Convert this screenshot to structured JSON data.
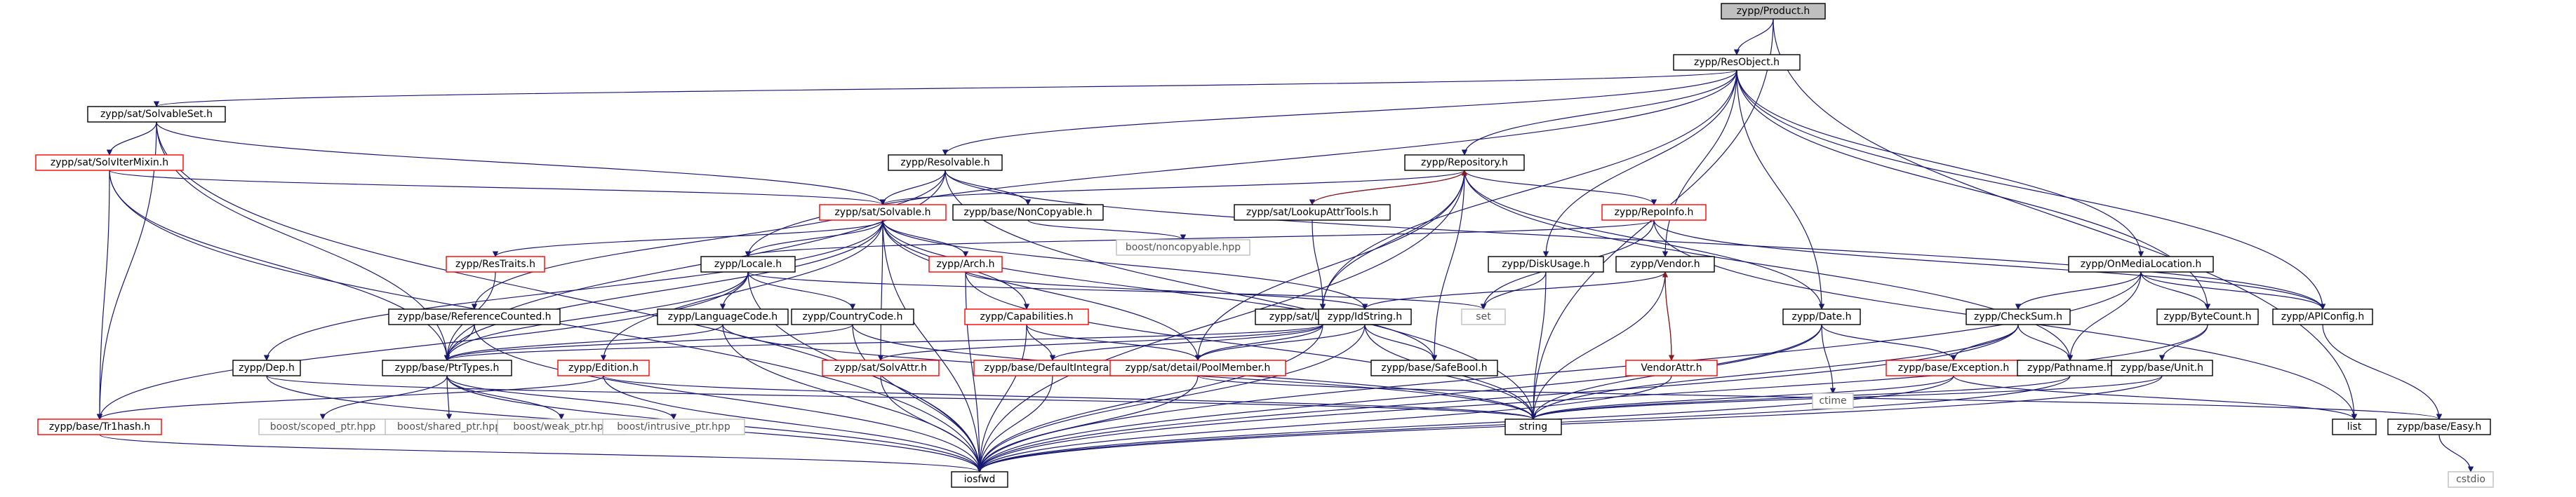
{
  "colors": {
    "edge": "#191970",
    "red_edge": "#8b1a1a",
    "node_border": "#000000",
    "node_border_red": "#ff0000",
    "node_border_gray": "#bfbfbf",
    "node_fill": "#ffffff",
    "root_fill": "#bfbfbf",
    "text": "#000000",
    "gray_text": "#555555"
  },
  "nodes": [
    {
      "id": "product",
      "label": "zypp/Product.h",
      "style": "root"
    },
    {
      "id": "resobject",
      "label": "zypp/ResObject.h",
      "style": "normal"
    },
    {
      "id": "solvableset",
      "label": "zypp/sat/SolvableSet.h",
      "style": "normal"
    },
    {
      "id": "solvitermixin",
      "label": "zypp/sat/SolvIterMixin.h",
      "style": "red"
    },
    {
      "id": "resolvable",
      "label": "zypp/Resolvable.h",
      "style": "normal"
    },
    {
      "id": "repository",
      "label": "zypp/Repository.h",
      "style": "normal"
    },
    {
      "id": "lookupattrtools",
      "label": "zypp/sat/LookupAttrTools.h",
      "style": "normal"
    },
    {
      "id": "repoinfo",
      "label": "zypp/RepoInfo.h",
      "style": "red"
    },
    {
      "id": "solvable",
      "label": "zypp/sat/Solvable.h",
      "style": "red"
    },
    {
      "id": "noncopyable",
      "label": "zypp/base/NonCopyable.h",
      "style": "normal"
    },
    {
      "id": "boostnoncopy",
      "label": "boost/noncopyable.hpp",
      "style": "gray"
    },
    {
      "id": "restraits",
      "label": "zypp/ResTraits.h",
      "style": "red"
    },
    {
      "id": "locale",
      "label": "zypp/Locale.h",
      "style": "normal"
    },
    {
      "id": "arch",
      "label": "zypp/Arch.h",
      "style": "red"
    },
    {
      "id": "diskusage",
      "label": "zypp/DiskUsage.h",
      "style": "normal"
    },
    {
      "id": "vendor",
      "label": "zypp/Vendor.h",
      "style": "normal"
    },
    {
      "id": "onmedialoc",
      "label": "zypp/OnMediaLocation.h",
      "style": "normal"
    },
    {
      "id": "refcounted",
      "label": "zypp/base/ReferenceCounted.h",
      "style": "normal"
    },
    {
      "id": "languagecode",
      "label": "zypp/LanguageCode.h",
      "style": "normal"
    },
    {
      "id": "countrycode",
      "label": "zypp/CountryCode.h",
      "style": "normal"
    },
    {
      "id": "capabilities",
      "label": "zypp/Capabilities.h",
      "style": "red"
    },
    {
      "id": "lookupattr",
      "label": "zypp/sat/LookupAttr.h",
      "style": "normal"
    },
    {
      "id": "idstring",
      "label": "zypp/IdString.h",
      "style": "normal"
    },
    {
      "id": "set",
      "label": "set",
      "style": "gray"
    },
    {
      "id": "date",
      "label": "zypp/Date.h",
      "style": "normal"
    },
    {
      "id": "checksum",
      "label": "zypp/CheckSum.h",
      "style": "normal"
    },
    {
      "id": "bytecount",
      "label": "zypp/ByteCount.h",
      "style": "normal"
    },
    {
      "id": "apiconfig",
      "label": "zypp/APIConfig.h",
      "style": "normal"
    },
    {
      "id": "dep",
      "label": "zypp/Dep.h",
      "style": "normal"
    },
    {
      "id": "ptrtypes",
      "label": "zypp/base/PtrTypes.h",
      "style": "normal"
    },
    {
      "id": "edition",
      "label": "zypp/Edition.h",
      "style": "red"
    },
    {
      "id": "solvattr",
      "label": "zypp/sat/SolvAttr.h",
      "style": "red"
    },
    {
      "id": "defaultintegral",
      "label": "zypp/base/DefaultIntegral.h",
      "style": "red"
    },
    {
      "id": "poolmember",
      "label": "zypp/sat/detail/PoolMember.h",
      "style": "red"
    },
    {
      "id": "safebool",
      "label": "zypp/base/SafeBool.h",
      "style": "normal"
    },
    {
      "id": "vendorattr",
      "label": "VendorAttr.h",
      "style": "red"
    },
    {
      "id": "exception",
      "label": "zypp/base/Exception.h",
      "style": "red"
    },
    {
      "id": "pathname",
      "label": "zypp/Pathname.h",
      "style": "normal"
    },
    {
      "id": "unit",
      "label": "zypp/base/Unit.h",
      "style": "normal"
    },
    {
      "id": "ctime",
      "label": "ctime",
      "style": "gray"
    },
    {
      "id": "tr1hash",
      "label": "zypp/base/Tr1hash.h",
      "style": "red"
    },
    {
      "id": "scopedptr",
      "label": "boost/scoped_ptr.hpp",
      "style": "gray"
    },
    {
      "id": "sharedptr",
      "label": "boost/shared_ptr.hpp",
      "style": "gray"
    },
    {
      "id": "weakptr",
      "label": "boost/weak_ptr.hpp",
      "style": "gray"
    },
    {
      "id": "intrusiveptr",
      "label": "boost/intrusive_ptr.hpp",
      "style": "gray"
    },
    {
      "id": "string",
      "label": "string",
      "style": "normal"
    },
    {
      "id": "list",
      "label": "list",
      "style": "normal"
    },
    {
      "id": "easy",
      "label": "zypp/base/Easy.h",
      "style": "normal"
    },
    {
      "id": "iosfwd",
      "label": "iosfwd",
      "style": "normal"
    },
    {
      "id": "cstdio",
      "label": "cstdio",
      "style": "gray"
    }
  ],
  "edges": [
    {
      "from": "product",
      "to": "resobject"
    },
    {
      "from": "product",
      "to": "string"
    },
    {
      "from": "product",
      "to": "list"
    },
    {
      "from": "resobject",
      "to": "solvableset"
    },
    {
      "from": "resobject",
      "to": "resolvable"
    },
    {
      "from": "resobject",
      "to": "repository"
    },
    {
      "from": "resobject",
      "to": "locale"
    },
    {
      "from": "resobject",
      "to": "lookupattr"
    },
    {
      "from": "resobject",
      "to": "diskusage"
    },
    {
      "from": "resobject",
      "to": "vendor"
    },
    {
      "from": "resobject",
      "to": "date"
    },
    {
      "from": "resobject",
      "to": "bytecount"
    },
    {
      "from": "resobject",
      "to": "onmedialoc"
    },
    {
      "from": "resobject",
      "to": "apiconfig"
    },
    {
      "from": "solvableset",
      "to": "solvitermixin"
    },
    {
      "from": "solvableset",
      "to": "solvable"
    },
    {
      "from": "solvableset",
      "to": "ptrtypes"
    },
    {
      "from": "solvableset",
      "to": "tr1hash"
    },
    {
      "from": "solvableset",
      "to": "iosfwd"
    },
    {
      "from": "solvitermixin",
      "to": "solvable"
    },
    {
      "from": "solvitermixin",
      "to": "ptrtypes"
    },
    {
      "from": "solvitermixin",
      "to": "tr1hash"
    },
    {
      "from": "solvitermixin",
      "to": "iosfwd"
    },
    {
      "from": "resolvable",
      "to": "solvable"
    },
    {
      "from": "resolvable",
      "to": "noncopyable"
    },
    {
      "from": "resolvable",
      "to": "refcounted"
    },
    {
      "from": "resolvable",
      "to": "ptrtypes"
    },
    {
      "from": "resolvable",
      "to": "apiconfig"
    },
    {
      "from": "resolvable",
      "to": "string"
    },
    {
      "from": "repository",
      "to": "solvable"
    },
    {
      "from": "repository",
      "to": "lookupattrtools"
    },
    {
      "from": "repository",
      "to": "repoinfo"
    },
    {
      "from": "repository",
      "to": "lookupattr"
    },
    {
      "from": "repository",
      "to": "poolmember"
    },
    {
      "from": "repository",
      "to": "safebool"
    },
    {
      "from": "repository",
      "to": "pathname"
    },
    {
      "from": "repository",
      "to": "date"
    },
    {
      "from": "repository",
      "to": "iosfwd"
    },
    {
      "from": "lookupattrtools",
      "to": "repository"
    },
    {
      "from": "lookupattrtools",
      "to": "lookupattr"
    },
    {
      "from": "repoinfo",
      "to": "locale"
    },
    {
      "from": "repoinfo",
      "to": "set"
    },
    {
      "from": "repoinfo",
      "to": "apiconfig"
    },
    {
      "from": "repoinfo",
      "to": "list"
    },
    {
      "from": "solvable",
      "to": "restraits"
    },
    {
      "from": "solvable",
      "to": "locale"
    },
    {
      "from": "solvable",
      "to": "arch"
    },
    {
      "from": "solvable",
      "to": "capabilities"
    },
    {
      "from": "solvable",
      "to": "dep"
    },
    {
      "from": "solvable",
      "to": "edition"
    },
    {
      "from": "solvable",
      "to": "solvattr"
    },
    {
      "from": "solvable",
      "to": "idstring"
    },
    {
      "from": "solvable",
      "to": "poolmember"
    },
    {
      "from": "solvable",
      "to": "safebool"
    },
    {
      "from": "solvable",
      "to": "ptrtypes"
    },
    {
      "from": "solvable",
      "to": "iosfwd"
    },
    {
      "from": "noncopyable",
      "to": "boostnoncopy"
    },
    {
      "from": "restraits",
      "to": "ptrtypes"
    },
    {
      "from": "locale",
      "to": "languagecode"
    },
    {
      "from": "locale",
      "to": "countrycode"
    },
    {
      "from": "locale",
      "to": "set"
    },
    {
      "from": "locale",
      "to": "tr1hash"
    },
    {
      "from": "locale",
      "to": "ptrtypes"
    },
    {
      "from": "locale",
      "to": "iosfwd"
    },
    {
      "from": "arch",
      "to": "idstring"
    },
    {
      "from": "arch",
      "to": "string"
    },
    {
      "from": "arch",
      "to": "iosfwd"
    },
    {
      "from": "diskusage",
      "to": "set"
    },
    {
      "from": "diskusage",
      "to": "string"
    },
    {
      "from": "vendor",
      "to": "vendorattr"
    },
    {
      "from": "vendor",
      "to": "idstring"
    },
    {
      "from": "vendor",
      "to": "string"
    },
    {
      "from": "vendorattr",
      "to": "vendor"
    },
    {
      "from": "vendorattr",
      "to": "iosfwd"
    },
    {
      "from": "onmedialoc",
      "to": "checksum"
    },
    {
      "from": "onmedialoc",
      "to": "bytecount"
    },
    {
      "from": "onmedialoc",
      "to": "pathname"
    },
    {
      "from": "onmedialoc",
      "to": "apiconfig"
    },
    {
      "from": "onmedialoc",
      "to": "iosfwd"
    },
    {
      "from": "refcounted",
      "to": "ptrtypes"
    },
    {
      "from": "refcounted",
      "to": "iosfwd"
    },
    {
      "from": "languagecode",
      "to": "ptrtypes"
    },
    {
      "from": "languagecode",
      "to": "string"
    },
    {
      "from": "languagecode",
      "to": "iosfwd"
    },
    {
      "from": "countrycode",
      "to": "ptrtypes"
    },
    {
      "from": "countrycode",
      "to": "string"
    },
    {
      "from": "countrycode",
      "to": "iosfwd"
    },
    {
      "from": "capabilities",
      "to": "defaultintegral"
    },
    {
      "from": "capabilities",
      "to": "poolmember"
    },
    {
      "from": "capabilities",
      "to": "iosfwd"
    },
    {
      "from": "lookupattr",
      "to": "solvattr"
    },
    {
      "from": "lookupattr",
      "to": "defaultintegral"
    },
    {
      "from": "lookupattr",
      "to": "poolmember"
    },
    {
      "from": "lookupattr",
      "to": "ptrtypes"
    },
    {
      "from": "lookupattr",
      "to": "iosfwd"
    },
    {
      "from": "idstring",
      "to": "poolmember"
    },
    {
      "from": "idstring",
      "to": "safebool"
    },
    {
      "from": "idstring",
      "to": "string"
    },
    {
      "from": "idstring",
      "to": "iosfwd"
    },
    {
      "from": "date",
      "to": "ctime"
    },
    {
      "from": "date",
      "to": "exception"
    },
    {
      "from": "date",
      "to": "string"
    },
    {
      "from": "date",
      "to": "iosfwd"
    },
    {
      "from": "checksum",
      "to": "exception"
    },
    {
      "from": "checksum",
      "to": "pathname"
    },
    {
      "from": "checksum",
      "to": "string"
    },
    {
      "from": "checksum",
      "to": "iosfwd"
    },
    {
      "from": "bytecount",
      "to": "unit"
    },
    {
      "from": "bytecount",
      "to": "iosfwd"
    },
    {
      "from": "apiconfig",
      "to": "easy"
    },
    {
      "from": "easy",
      "to": "cstdio"
    },
    {
      "from": "dep",
      "to": "string"
    },
    {
      "from": "dep",
      "to": "iosfwd"
    },
    {
      "from": "ptrtypes",
      "to": "scopedptr"
    },
    {
      "from": "ptrtypes",
      "to": "sharedptr"
    },
    {
      "from": "ptrtypes",
      "to": "weakptr"
    },
    {
      "from": "ptrtypes",
      "to": "intrusiveptr"
    },
    {
      "from": "ptrtypes",
      "to": "iosfwd"
    },
    {
      "from": "edition",
      "to": "tr1hash"
    },
    {
      "from": "edition",
      "to": "string"
    },
    {
      "from": "edition",
      "to": "iosfwd"
    },
    {
      "from": "solvattr",
      "to": "iosfwd"
    },
    {
      "from": "defaultintegral",
      "to": "iosfwd"
    },
    {
      "from": "poolmember",
      "to": "easy"
    },
    {
      "from": "poolmember",
      "to": "iosfwd"
    },
    {
      "from": "exception",
      "to": "list"
    },
    {
      "from": "exception",
      "to": "string"
    },
    {
      "from": "exception",
      "to": "iosfwd"
    },
    {
      "from": "pathname",
      "to": "string"
    },
    {
      "from": "pathname",
      "to": "iosfwd"
    },
    {
      "from": "unit",
      "to": "string"
    },
    {
      "from": "unit",
      "to": "iosfwd"
    },
    {
      "from": "tr1hash",
      "to": "iosfwd"
    }
  ]
}
